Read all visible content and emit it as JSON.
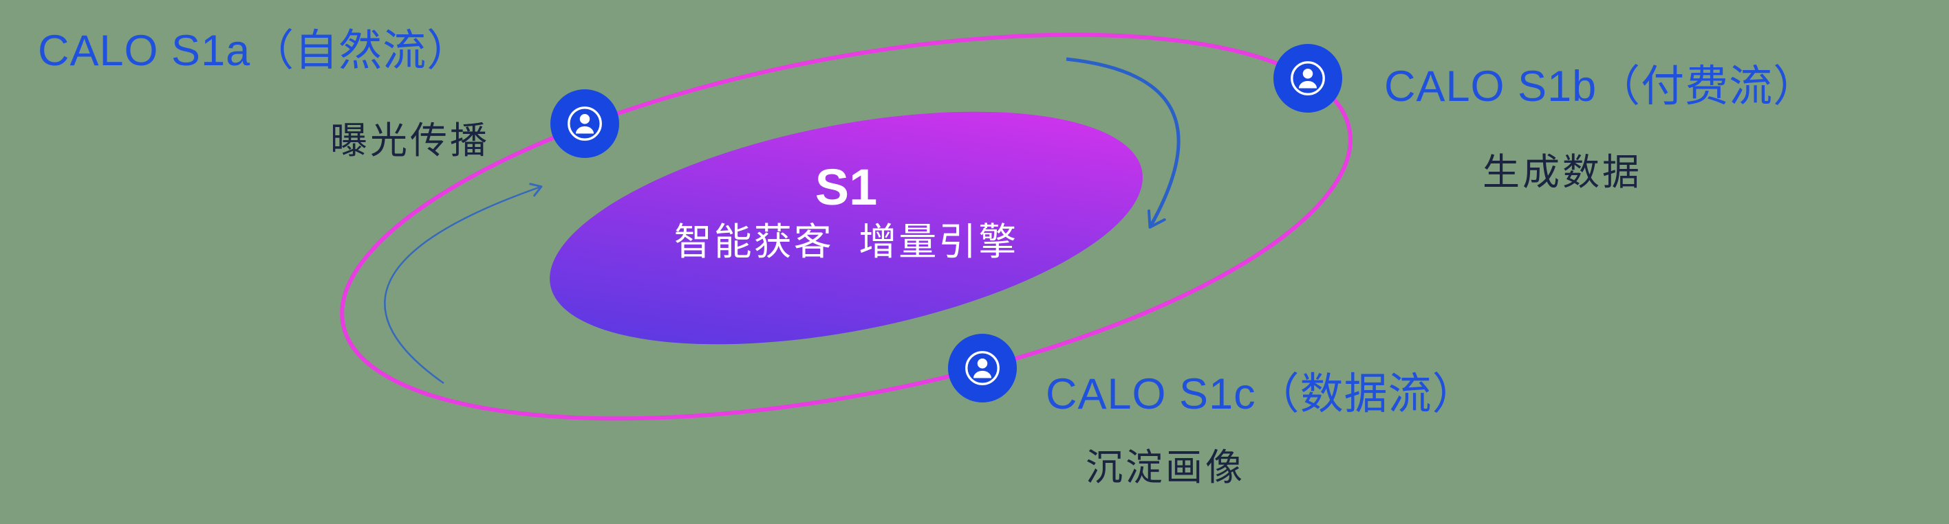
{
  "colors": {
    "background": "#7e9e7d",
    "title_blue": "#2051dd",
    "label_dark": "#1b2440",
    "orbit_pink": "#e93ce2",
    "node_blue": "#1746e0",
    "arrow_blue": "#2a60c8",
    "core_gradient_start": "#4a3ae0",
    "core_gradient_mid": "#9136e6",
    "core_gradient_end": "#e433ee",
    "center_text": "#ffffff"
  },
  "icons": {
    "node_icon": "person-in-circle"
  },
  "center": {
    "title": "S1",
    "subtitle": "智能获客  增量引擎"
  },
  "nodes": [
    {
      "title": "CALO S1a（自然流）",
      "subtitle": "曝光传播"
    },
    {
      "title": "CALO S1b（付费流）",
      "subtitle": "生成数据"
    },
    {
      "title": "CALO S1c（数据流）",
      "subtitle": "沉淀画像"
    }
  ]
}
